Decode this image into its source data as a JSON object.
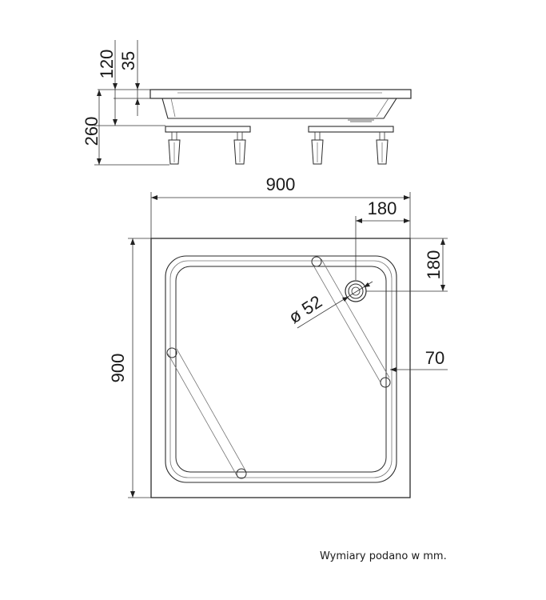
{
  "dimensions": {
    "side_view": {
      "total_height": "260",
      "rim_height": "120",
      "lip_height": "35"
    },
    "top_view": {
      "width": "900",
      "depth": "900",
      "drain_offset_x": "180",
      "drain_offset_y": "180",
      "drain_diameter": "ø 52",
      "frame_offset": "70"
    }
  },
  "note": "Wymiary podano w mm.",
  "colors": {
    "line": "#2a2a2a",
    "frame": "#777777",
    "background": "#ffffff"
  }
}
